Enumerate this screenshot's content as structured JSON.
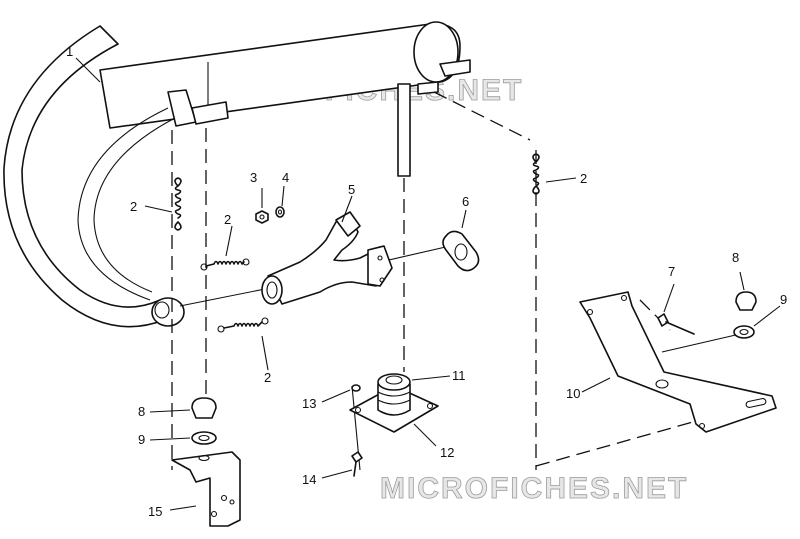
{
  "watermark": "MICROFICHES.NET",
  "callouts": {
    "c1": "1",
    "c2a": "2",
    "c2b": "2",
    "c2c": "2",
    "c2d": "2",
    "c3": "3",
    "c4": "4",
    "c5": "5",
    "c6": "6",
    "c7": "7",
    "c8a": "8",
    "c8b": "8",
    "c9a": "9",
    "c9b": "9",
    "c10": "10",
    "c11": "11",
    "c12": "12",
    "c13": "13",
    "c14": "14",
    "c15": "15"
  }
}
